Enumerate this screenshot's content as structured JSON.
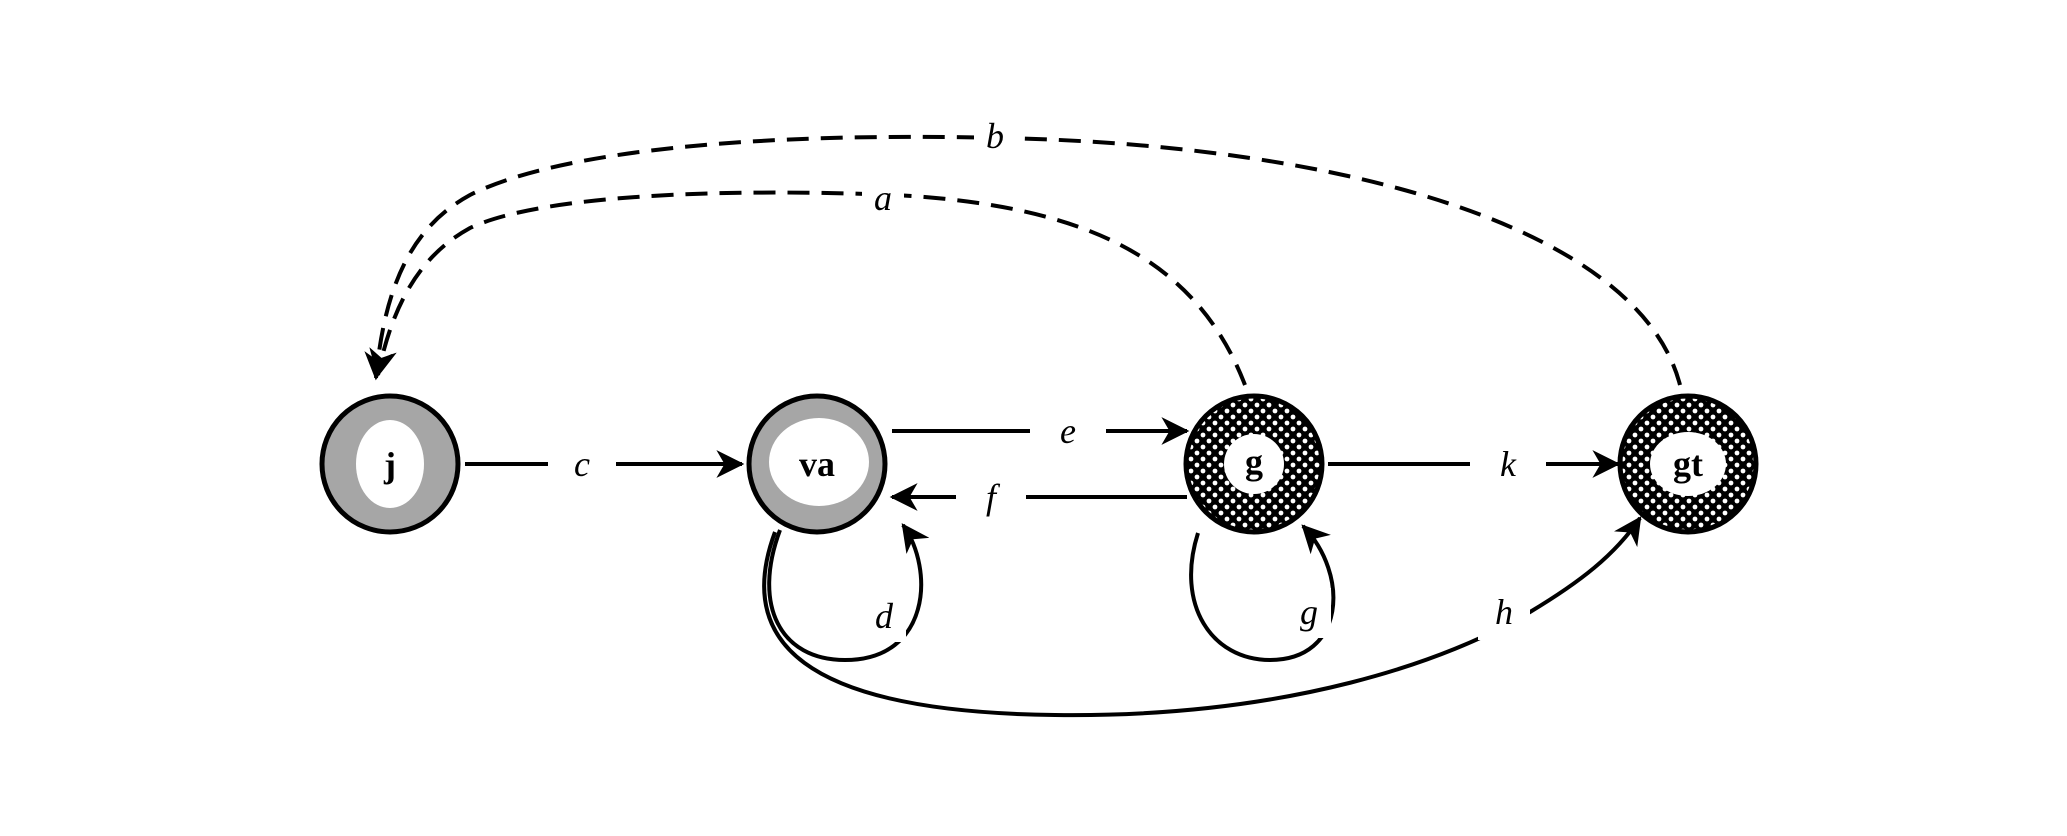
{
  "diagram": {
    "nodes": {
      "j": {
        "label": "j",
        "style": "gray-ring"
      },
      "va": {
        "label": "va",
        "style": "gray-ring"
      },
      "g": {
        "label": "g",
        "style": "checkered-ring"
      },
      "gt": {
        "label": "gt",
        "style": "checkered-ring"
      }
    },
    "edges": {
      "a": {
        "label": "a",
        "from": "g",
        "to": "j",
        "line": "dashed"
      },
      "b": {
        "label": "b",
        "from": "gt",
        "to": "j",
        "line": "dashed"
      },
      "c": {
        "label": "c",
        "from": "j",
        "to": "va",
        "line": "solid"
      },
      "d": {
        "label": "d",
        "from": "va",
        "to": "va",
        "line": "solid"
      },
      "e": {
        "label": "e",
        "from": "va",
        "to": "g",
        "line": "solid"
      },
      "f": {
        "label": "f",
        "from": "g",
        "to": "va",
        "line": "solid"
      },
      "g": {
        "label": "g",
        "from": "g",
        "to": "g",
        "line": "solid"
      },
      "h": {
        "label": "h",
        "from": "va",
        "to": "gt",
        "line": "solid"
      },
      "k": {
        "label": "k",
        "from": "g",
        "to": "gt",
        "line": "solid"
      }
    },
    "colors": {
      "stroke": "#000000",
      "ring_gray": "#a6a6a6",
      "inner_fill": "#ffffff",
      "background": "#ffffff"
    }
  }
}
